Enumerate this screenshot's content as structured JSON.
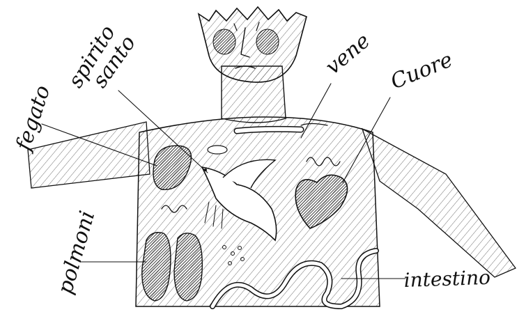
{
  "labels": {
    "fegato": "fegato",
    "spirito": "spirito",
    "santo": "santo",
    "vene": "vene",
    "cuore": "Cuore",
    "polmoni": "polmoni",
    "intestino": "intestino"
  },
  "colors": {
    "ink": "#111111",
    "paper": "#ffffff"
  }
}
